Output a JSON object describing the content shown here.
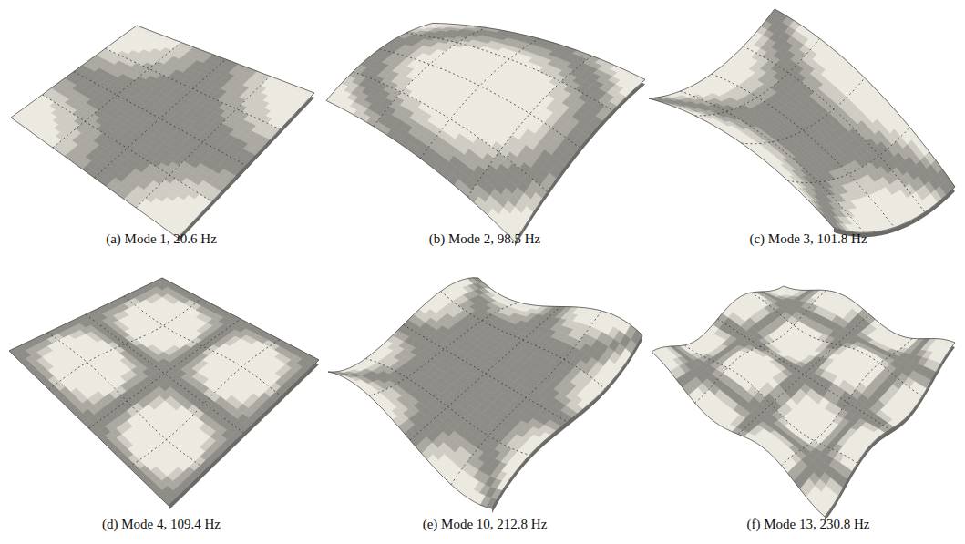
{
  "diagram": {
    "labels": [
      "(a) Mode 1, 20.6 Hz",
      "(b) Mode 2, 98.5 Hz",
      "(c) Mode 3, 101.8 Hz",
      "(d) Mode 4, 109.4 Hz",
      "(e) Mode 10, 212.8 Hz",
      "(f) Mode 13, 230.8 Hz"
    ]
  }
}
